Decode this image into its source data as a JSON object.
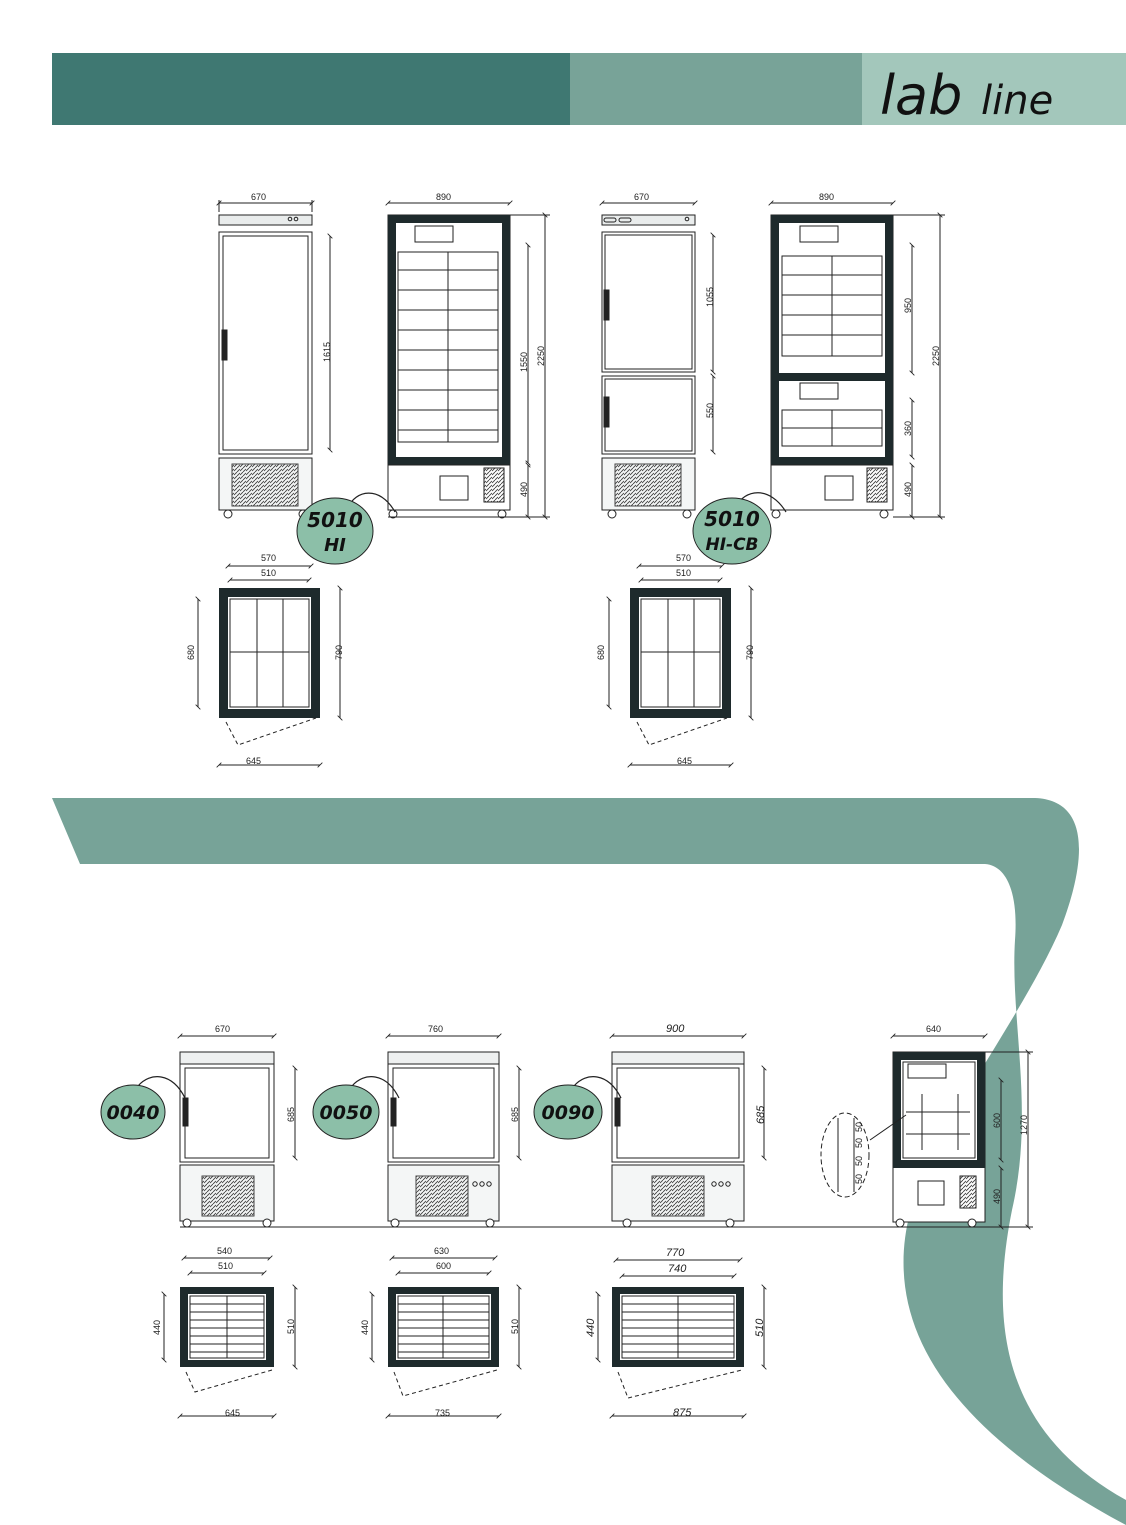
{
  "brand": {
    "logo_main": "lab",
    "logo_secondary": "line",
    "colors": {
      "band_dark": "#3f7872",
      "band_mid": "#78a398",
      "band_light": "#a3c7bb",
      "swoosh": "#77a398",
      "badge_fill": "#8cbfa8",
      "line": "#222222",
      "cabinet_dark": "#1e2a2c"
    }
  },
  "upper_section": {
    "models": [
      {
        "badge_line1": "5010",
        "badge_line2": "HI",
        "front_width": "670",
        "door_height": "1615",
        "section_width": "890",
        "inner_height": "1550",
        "total_height": "2250",
        "base_height": "490",
        "plan_outer_width": "570",
        "plan_inner_width": "510",
        "plan_inner_depth": "680",
        "plan_outer_depth": "790",
        "plan_open_width": "645"
      },
      {
        "badge_line1": "5010",
        "badge_line2": "HI-CB",
        "front_width": "670",
        "door_top_height": "1055",
        "door_bottom_height": "550",
        "section_width": "890",
        "upper_compartment": "950",
        "lower_compartment": "360",
        "total_height": "2250",
        "base_height": "490",
        "plan_outer_width": "570",
        "plan_inner_width": "510",
        "plan_inner_depth": "680",
        "plan_outer_depth": "790",
        "plan_open_width": "645"
      }
    ]
  },
  "lower_section": {
    "models": [
      {
        "badge": "0040",
        "front_width": "670",
        "door_height": "685",
        "plan_outer_width": "540",
        "plan_inner_width": "510",
        "plan_inner_depth": "440",
        "plan_outer_depth": "510",
        "plan_open_width": "645"
      },
      {
        "badge": "0050",
        "front_width": "760",
        "door_height": "685",
        "plan_outer_width": "630",
        "plan_inner_width": "600",
        "plan_inner_depth": "440",
        "plan_outer_depth": "510",
        "plan_open_width": "735"
      },
      {
        "badge": "0090",
        "front_width": "900",
        "door_height": "685",
        "plan_outer_width": "770",
        "plan_inner_width": "740",
        "plan_inner_depth": "440",
        "plan_outer_depth": "510",
        "plan_open_width": "875"
      }
    ],
    "section_view": {
      "width": "640",
      "inner_height": "600",
      "total_height": "1270",
      "base_height": "490",
      "shelf_pitch_labels": [
        "50",
        "50",
        "50",
        "50"
      ]
    }
  }
}
